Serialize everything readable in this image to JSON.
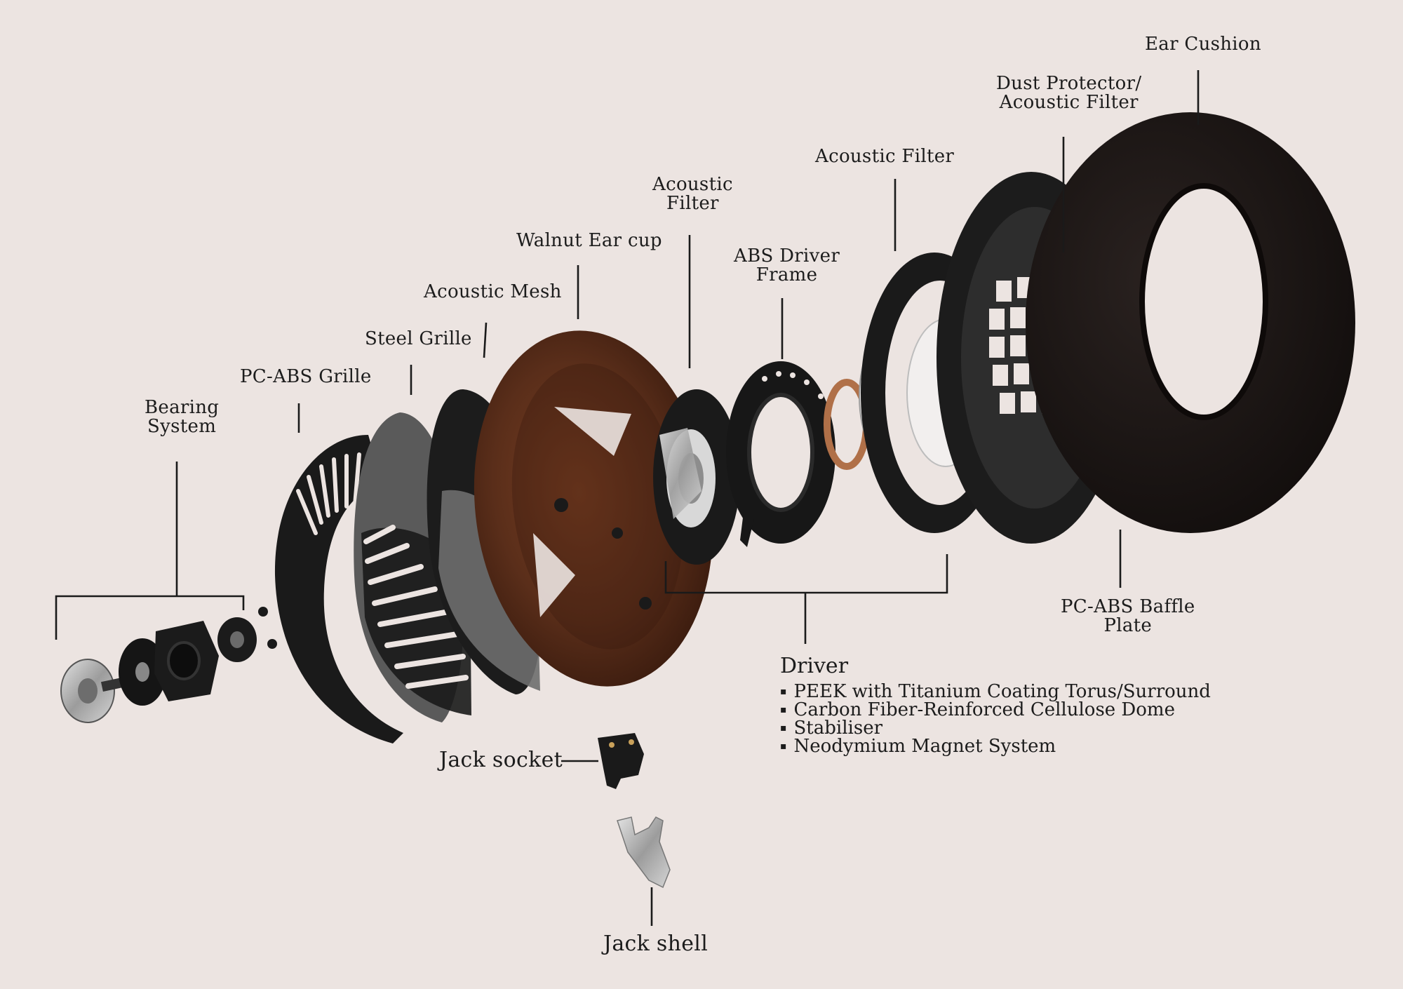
{
  "labels": {
    "ear_cushion": "Ear Cushion",
    "dust_protector_1": "Dust Protector/",
    "dust_protector_2": "Acoustic Filter",
    "acoustic_filter_right": "Acoustic Filter",
    "acoustic_filter_left_1": "Acoustic",
    "acoustic_filter_left_2": "Filter",
    "abs_driver_frame_1": "ABS Driver",
    "abs_driver_frame_2": "Frame",
    "walnut_ear_cup": "Walnut Ear cup",
    "acoustic_mesh": "Acoustic Mesh",
    "steel_grille": "Steel Grille",
    "pc_abs_grille": "PC-ABS Grille",
    "bearing_system_1": "Bearing",
    "bearing_system_2": "System",
    "pc_abs_baffle_1": "PC-ABS Baffle",
    "pc_abs_baffle_2": "Plate",
    "jack_socket": "Jack socket",
    "jack_shell": "Jack shell"
  },
  "driver": {
    "title": "Driver",
    "items": [
      "PEEK with Titanium Coating Torus/Surround",
      "Carbon Fiber-Reinforced Cellulose Dome",
      "Stabiliser",
      "Neodymium Magnet System"
    ]
  },
  "colors": {
    "background": "#ece4e1",
    "line": "#1a1a1a",
    "black_part": "#161616",
    "walnut": "#5a2e1a",
    "walnut_dark": "#3a1b0e",
    "steel": "#5a5a5a",
    "mesh": "#6e6e6e",
    "silver": "#b9b9b9",
    "copper": "#b07048"
  }
}
